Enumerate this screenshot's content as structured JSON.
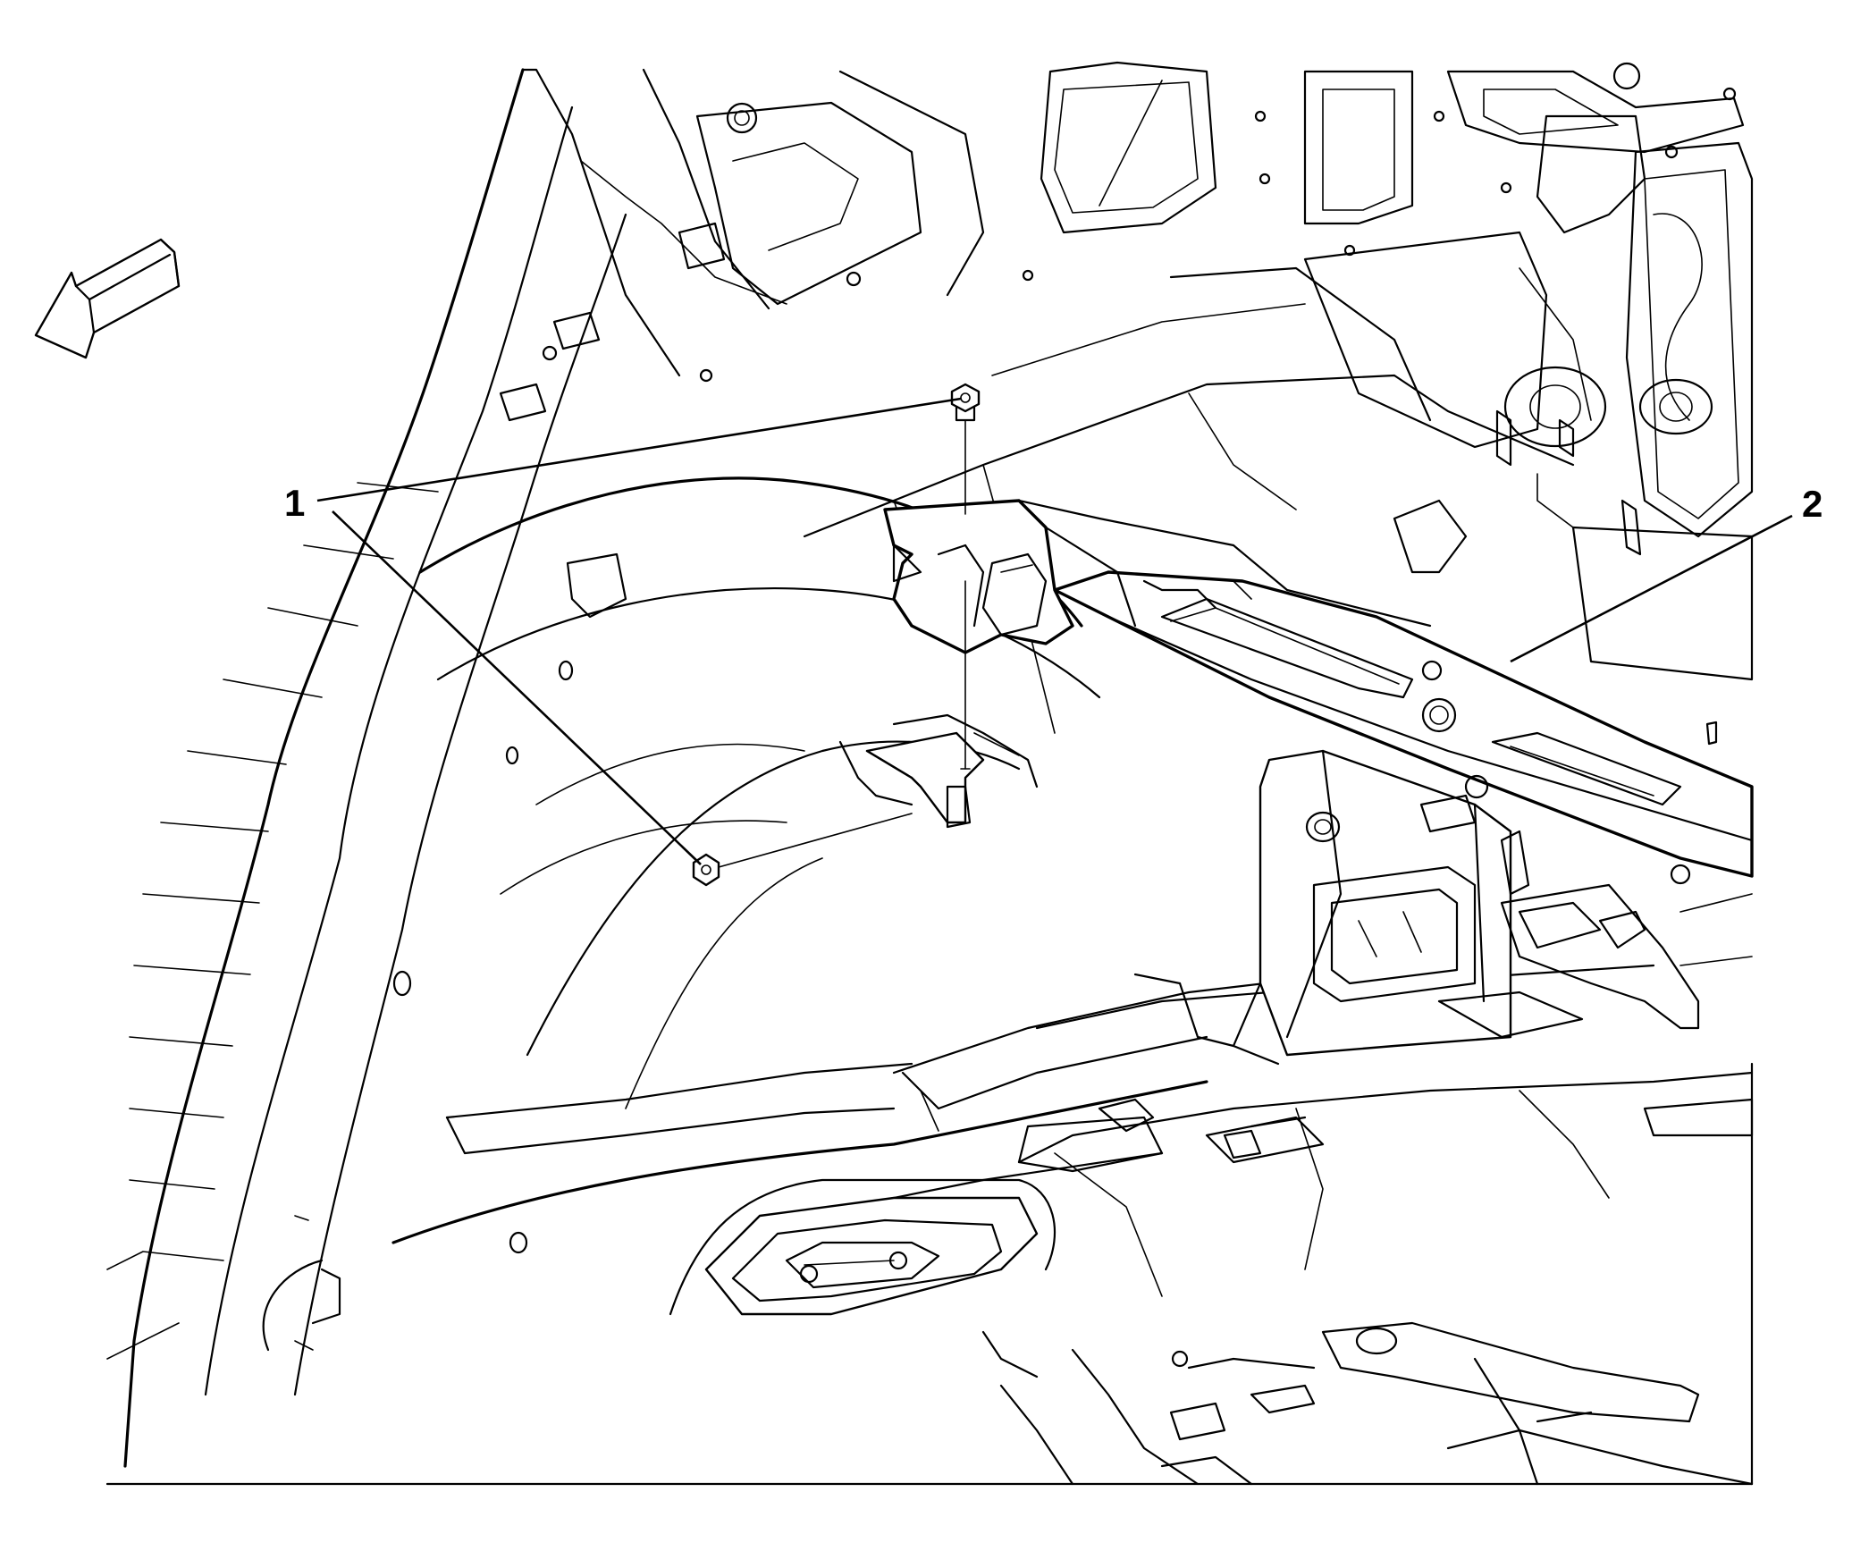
{
  "callouts": [
    {
      "id": "1",
      "label": "1"
    },
    {
      "id": "2",
      "label": "2"
    }
  ],
  "icons": {
    "direction_arrow": "front-direction-arrow-icon"
  },
  "colors": {
    "ink": "#000000",
    "paper": "#ffffff"
  }
}
